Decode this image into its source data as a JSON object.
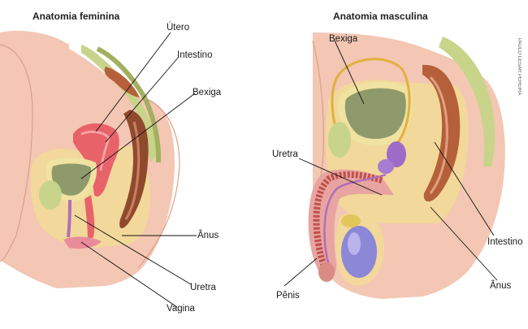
{
  "female": {
    "title": "Anatomia feminina",
    "labels": {
      "utero": "Útero",
      "intestino": "Intestino",
      "bexiga": "Bexiga",
      "anus": "Ânus",
      "uretra": "Uretra",
      "vagina": "Vagina"
    }
  },
  "male": {
    "title": "Anatomia masculina",
    "labels": {
      "bexiga": "Bexiga",
      "uretra": "Uretra",
      "penis": "Pênis",
      "intestino": "Intestino",
      "anus": "Ânus"
    }
  },
  "credit": "PAULO CESAR PEREIRA",
  "colors": {
    "skin": "#f3c7b3",
    "skin_inner": "#f8d6c4",
    "fat": "#f2d89a",
    "bladder": "#8f9a6c",
    "bladder_rim": "#f0e2a0",
    "intestine": "#b5603a",
    "rectum": "#8f4a2e",
    "uterus": "#e8626a",
    "testis": "#8c87d6",
    "leader": "#111111"
  }
}
